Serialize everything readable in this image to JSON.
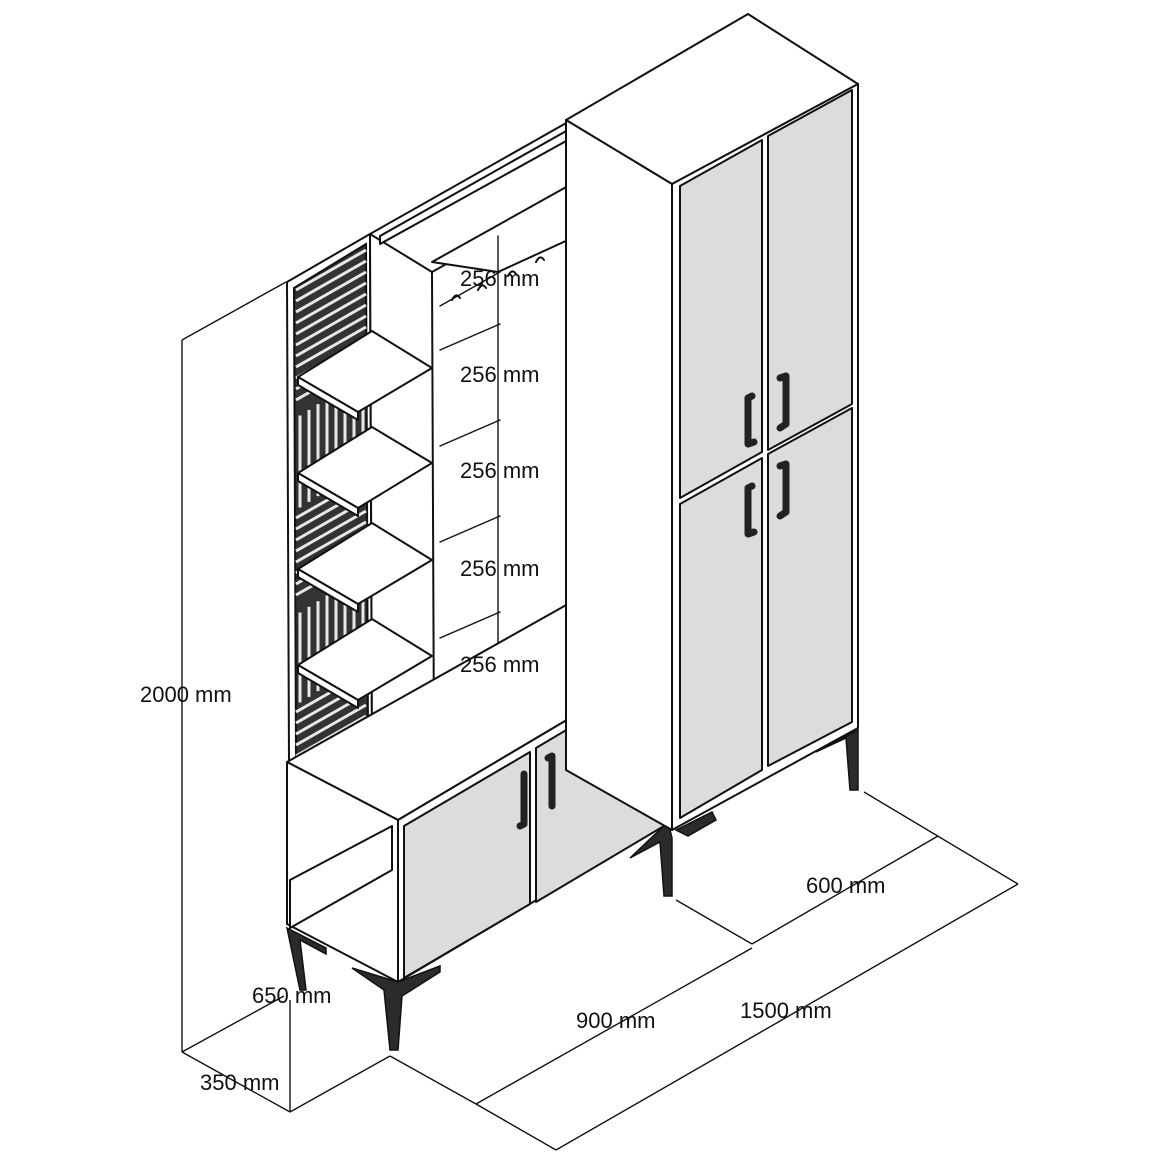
{
  "dimensions": {
    "height_total": "2000 mm",
    "depth_side": "350 mm",
    "bench_height": "650 mm",
    "width_bench": "900 mm",
    "width_total": "1500 mm",
    "depth_wardrobe": "600 mm",
    "shelf_spacing": [
      "256 mm",
      "256 mm",
      "256 mm",
      "256 mm",
      "256 mm"
    ]
  },
  "colors": {
    "line": "#111111",
    "door_fill": "#dcdcdc",
    "slat": "#333333",
    "legs": "#2b2b2b"
  }
}
